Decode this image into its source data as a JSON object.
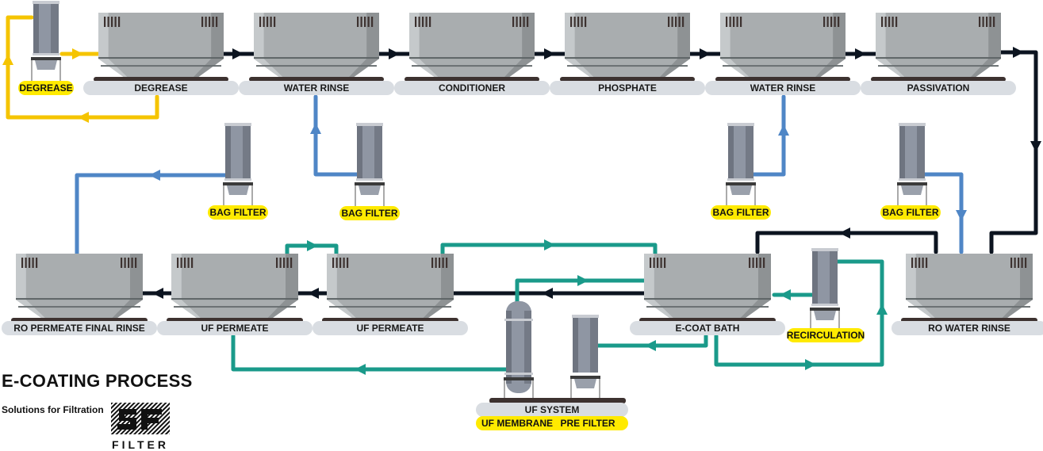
{
  "title": "E-COATING PROCESS",
  "subtitle": "Solutions for Filtration",
  "logo": {
    "mark": "SF",
    "text": "FILTER"
  },
  "colors": {
    "degrease_line": "#f5c400",
    "rinse_line": "#4f86c6",
    "main_line": "#0c1420",
    "ecoat_line": "#1a9a8a",
    "label_highlight": "#ffea00",
    "tank_body": "#a9adaf",
    "tank_base": "#3d3230",
    "label_pill": "#d9dde2"
  },
  "tanks": [
    {
      "id": "degrease",
      "label": "DEGREASE"
    },
    {
      "id": "water-rinse-1",
      "label": "WATER RINSE"
    },
    {
      "id": "conditioner",
      "label": "CONDITIONER"
    },
    {
      "id": "phosphate",
      "label": "PHOSPHATE"
    },
    {
      "id": "water-rinse-2",
      "label": "WATER RINSE"
    },
    {
      "id": "passivation",
      "label": "PASSIVATION"
    },
    {
      "id": "ro-water-rinse",
      "label": "RO WATER RINSE"
    },
    {
      "id": "e-coat-bath",
      "label": "E-COAT BATH"
    },
    {
      "id": "uf-permeate-2",
      "label": "UF PERMEATE"
    },
    {
      "id": "uf-permeate-1",
      "label": "UF PERMEATE"
    },
    {
      "id": "ro-permeate-final-rinse",
      "label": "RO PERMEATE FINAL RINSE"
    }
  ],
  "filters": [
    {
      "id": "degrease-filter",
      "label": "DEGREASE"
    },
    {
      "id": "bag-filter-1",
      "label": "BAG FILTER"
    },
    {
      "id": "bag-filter-2",
      "label": "BAG FILTER"
    },
    {
      "id": "bag-filter-3",
      "label": "BAG FILTER"
    },
    {
      "id": "bag-filter-4",
      "label": "BAG FILTER"
    },
    {
      "id": "recirculation-filter",
      "label": "RECIRCULATION"
    }
  ],
  "uf_system": {
    "label": "UF SYSTEM",
    "membrane_label": "UF MEMBRANE",
    "prefilter_label": "PRE FILTER"
  }
}
